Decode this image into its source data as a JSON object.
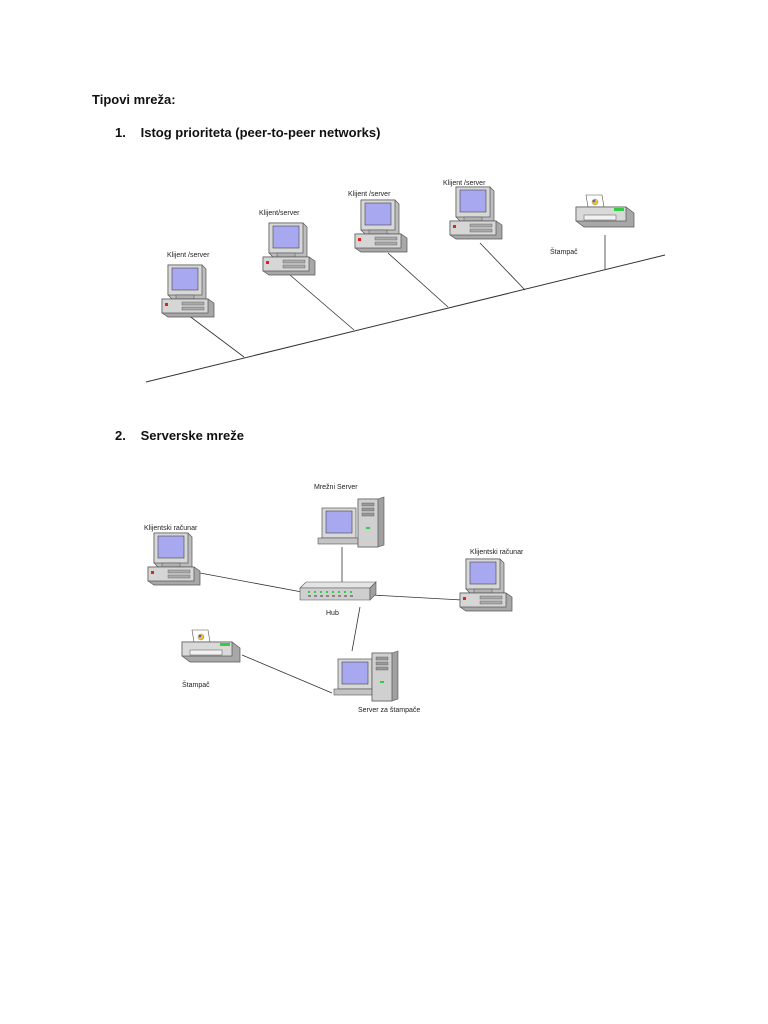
{
  "heading": "Tipovi mreža:",
  "sections": [
    {
      "number": "1.",
      "title": "Istog prioriteta (peer-to-peer  networks)"
    },
    {
      "number": "2.",
      "title": "Serverske mreže"
    }
  ],
  "diagram1": {
    "labels": {
      "pc1": "Klijent /server",
      "pc2": "Klijent/server",
      "pc3": "Klijent /server",
      "pc4": "Klijent /server",
      "printer": "Štampač"
    }
  },
  "diagram2": {
    "labels": {
      "server": "Mrežni Server",
      "client_left": "Klijentski računar",
      "client_right": "Klijentski računar",
      "hub": "Hub",
      "printer": "Štampač",
      "print_server": "Server za štampače"
    }
  },
  "colors": {
    "screen": "#a8a8f0",
    "case": "#d6d6d6",
    "case_dark": "#9a9a9a",
    "status_green": "#33cc44",
    "status_red": "#dd2222",
    "line": "#333333"
  }
}
